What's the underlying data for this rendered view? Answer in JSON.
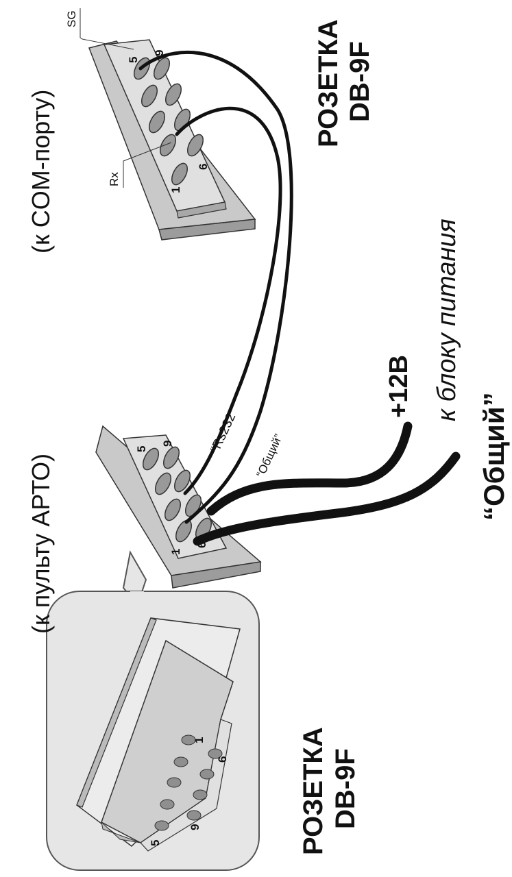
{
  "title_top_connector": "(к COM-порту)",
  "title_mid_connector": "(к пульту АРТО)",
  "top_connector": {
    "name_line1": "РОЗЕТКА",
    "name_line2": "DB-9F",
    "pin_label_sg": "SG",
    "pin_label_rx": "Rx",
    "pin_numbers": [
      "5",
      "9",
      "1",
      "6"
    ]
  },
  "mid_connector": {
    "pin_numbers": [
      "5",
      "9",
      "1",
      "6"
    ]
  },
  "inset_connector": {
    "name_line1": "РОЗЕТКА",
    "name_line2": "DB-9F",
    "pin_numbers": [
      "1",
      "6",
      "5",
      "9"
    ]
  },
  "wires": {
    "rs232": "“Rs232”",
    "common_small": "“Общий”",
    "plus12": "+12В",
    "power_note": "к блоку питания",
    "common_big": "“Общий”"
  }
}
